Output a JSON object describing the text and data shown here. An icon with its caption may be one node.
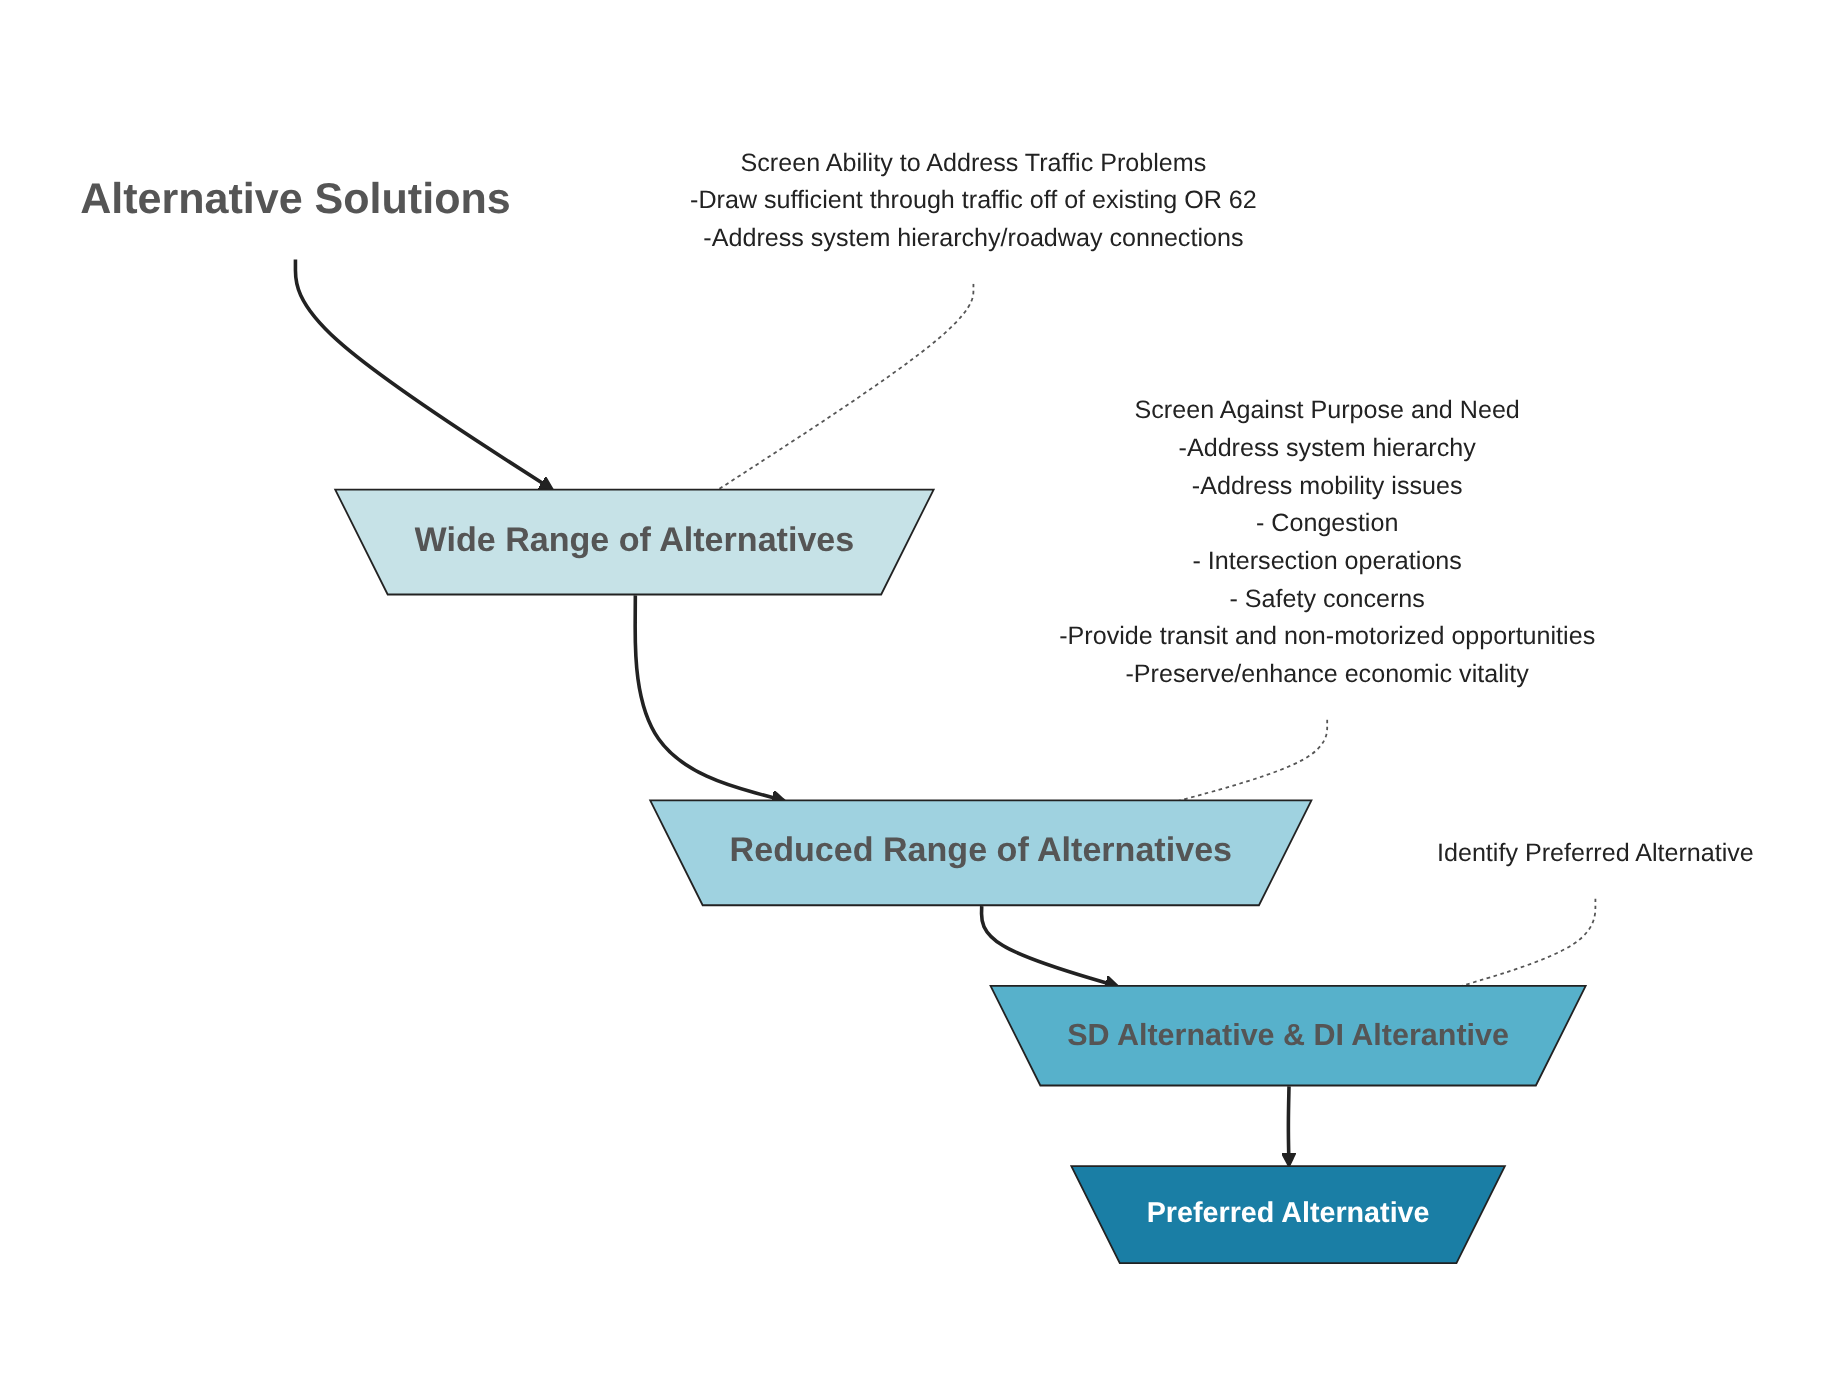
{
  "diagram": {
    "nodes": [
      {
        "text": [
          "Alternative Solutions"
        ]
      },
      {
        "text": [
          "Wide Range of Alternatives"
        ]
      },
      {
        "text": [
          "Reduced Range of Alternatives"
        ]
      },
      {
        "text": [
          "SD Alternative & DI Alterantive"
        ]
      },
      {
        "text": [
          "Preferred Alternative"
        ]
      },
      {
        "text": [
          "Screen Ability to Address Traffic Problems",
          "-Draw sufficient through traffic off of existing OR 62",
          "-Address system hierarchy/roadway connections"
        ]
      },
      {
        "text": [
          "Screen Against Purpose and Need",
          "-Address system hierarchy",
          "-Address mobility issues",
          "- Congestion",
          "- Intersection operations",
          "- Safety concerns",
          "-Provide transit and non-motorized opportunities",
          "-Preserve/enhance economic vitality"
        ]
      },
      {
        "text": [
          "Identify Preferred Alternative"
        ]
      }
    ],
    "edges": [
      {
        "from": 0,
        "to": 1,
        "arrow": "to"
      },
      {
        "from": 1,
        "to": 2,
        "arrow": "to"
      },
      {
        "from": 2,
        "to": 3,
        "arrow": "to"
      },
      {
        "from": 3,
        "to": 4,
        "arrow": "to"
      },
      {
        "from": 5,
        "to": 1,
        "arrow": "none",
        "style": "dashed",
        "color": "#555555"
      },
      {
        "from": 6,
        "to": 2,
        "arrow": "none",
        "style": "dashed",
        "color": "#555555"
      },
      {
        "from": 7,
        "to": 3,
        "arrow": "none",
        "style": "dashed",
        "color": "#555555"
      }
    ]
  }
}
